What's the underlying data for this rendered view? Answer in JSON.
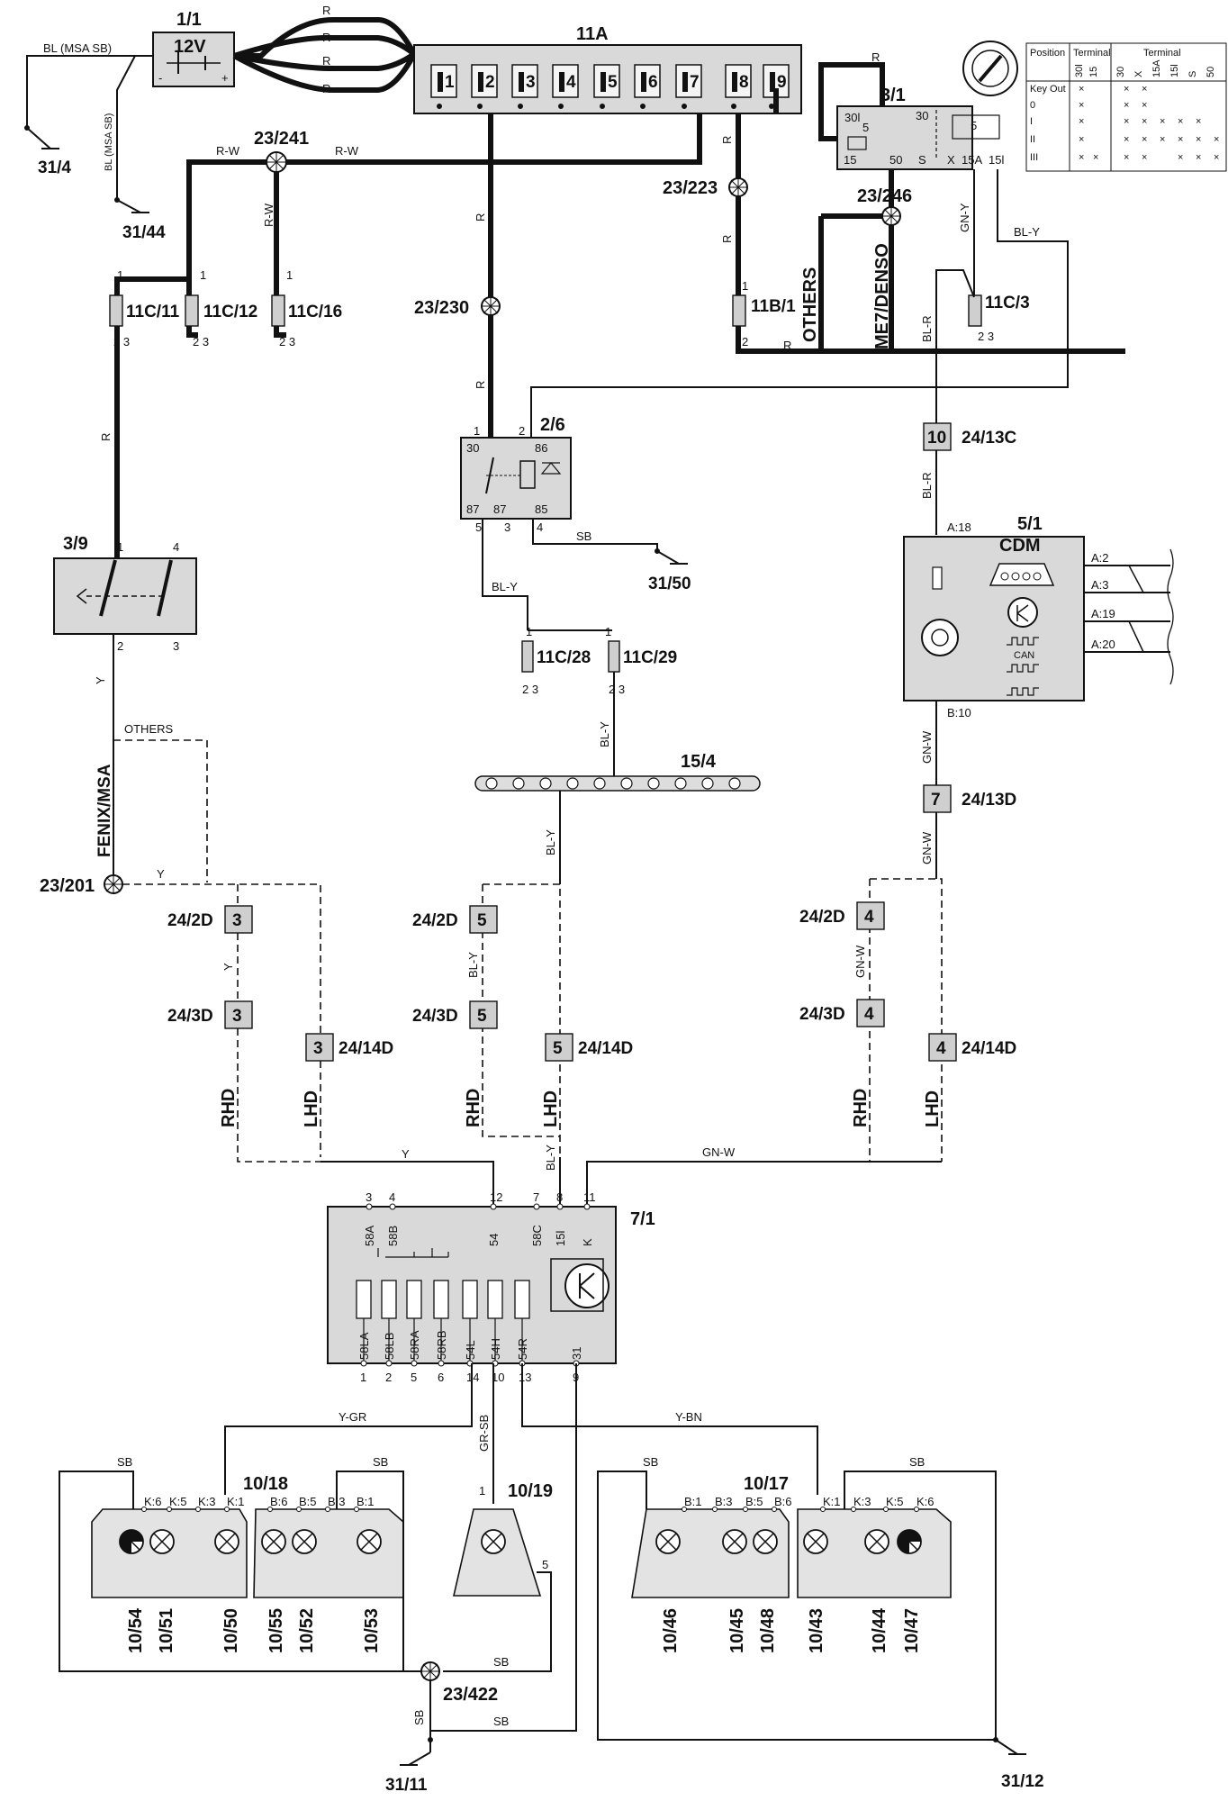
{
  "battery": {
    "id": "1/1",
    "voltage": "12V",
    "minus": "-",
    "plus": "+"
  },
  "fusebox": {
    "id": "11A",
    "slots": [
      "1",
      "2",
      "3",
      "4",
      "5",
      "6",
      "7",
      "8",
      "9"
    ]
  },
  "ignition": {
    "id": "3/1",
    "terminals": [
      "30l",
      "5",
      "30",
      "5",
      "15",
      "50",
      "S",
      "X",
      "15A",
      "15l"
    ],
    "table": {
      "col1": "Position",
      "col2": "Terminal",
      "col3": "Terminal",
      "sub_left": [
        "30l",
        "15"
      ],
      "sub_right": [
        "30",
        "X",
        "15A",
        "15l",
        "S",
        "50"
      ],
      "rows": [
        "Key Out",
        "0",
        "I",
        "II",
        "III"
      ]
    }
  },
  "labels": {
    "bl_msa": "BL (MSA SB)",
    "bl_msa_v": "BL (MSA SB)",
    "g31_4": "31/4",
    "g31_44": "31/44",
    "g31_50": "31/50",
    "g31_11": "31/11",
    "g31_12": "31/12",
    "s23_241": "23/241",
    "s23_223": "23/223",
    "s23_246": "23/246",
    "s23_230": "23/230",
    "s23_201": "23/201",
    "s23_422": "23/422",
    "f11c11": "11C/11",
    "f11c12": "11C/12",
    "f11c16": "11C/16",
    "f11b1": "11B/1",
    "f11c3": "11C/3",
    "f11c28": "11C/28",
    "f11c29": "11C/29",
    "others": "OTHERS",
    "me7": "ME7/DENSO",
    "fenix": "FENIX/MSA",
    "others2": "OTHERS",
    "relay": "2/6",
    "sw39": "3/9",
    "cdm_id": "5/1",
    "cdm": "CDM",
    "can": "CAN",
    "c24_13c": "24/13C",
    "c24_13d": "24/13D",
    "n10": "10",
    "n7": "7",
    "bus": "15/4",
    "c24_2d": "24/2D",
    "c24_3d": "24/3D",
    "c24_14d": "24/14D",
    "n3": "3",
    "n5": "5",
    "n4": "4",
    "rhd": "RHD",
    "lhd": "LHD",
    "mod": "7/1",
    "l10_18": "10/18",
    "l10_19": "10/19",
    "l10_17": "10/17",
    "a18": "A:18",
    "b10": "B:10",
    "a2": "A:2",
    "a3": "A:3",
    "a19": "A:19",
    "a20": "A:20"
  },
  "wire_colors": {
    "r": "R",
    "rw": "R-W",
    "y": "Y",
    "sb": "SB",
    "bly": "BL-Y",
    "blr": "BL-R",
    "gny": "GN-Y",
    "gnw": "GN-W",
    "ygr": "Y-GR",
    "grsb": "GR-SB",
    "ybn": "Y-BN"
  },
  "module": {
    "top_pins": [
      "3",
      "4",
      "12",
      "7",
      "8",
      "11"
    ],
    "top_labels": [
      "58A",
      "58B",
      "54",
      "58C",
      "15l",
      "K"
    ],
    "bottom_labels": [
      "58LA",
      "58LB",
      "58RA",
      "58RB",
      "54L",
      "54H",
      "54R",
      "31"
    ],
    "bottom_pins": [
      "1",
      "2",
      "5",
      "6",
      "14",
      "10",
      "13",
      "9"
    ]
  },
  "lamps": {
    "left_pins": [
      "K:6",
      "K:5",
      "K:3",
      "K:1"
    ],
    "mid_pins": [
      "B:6",
      "B:5",
      "B:3",
      "B:1"
    ],
    "right1_pins": [
      "B:1",
      "B:3",
      "B:5",
      "B:6"
    ],
    "right2_pins": [
      "K:1",
      "K:3",
      "K:5",
      "K:6"
    ],
    "left_ids": [
      "10/54",
      "10/51",
      "10/50"
    ],
    "mid_ids": [
      "10/55",
      "10/52",
      "10/53"
    ],
    "right1_ids": [
      "10/46",
      "10/45",
      "10/48"
    ],
    "right2_ids": [
      "10/43",
      "10/44",
      "10/47"
    ]
  },
  "colors": {
    "ink": "#111111",
    "fill": "#d9d9d9"
  }
}
